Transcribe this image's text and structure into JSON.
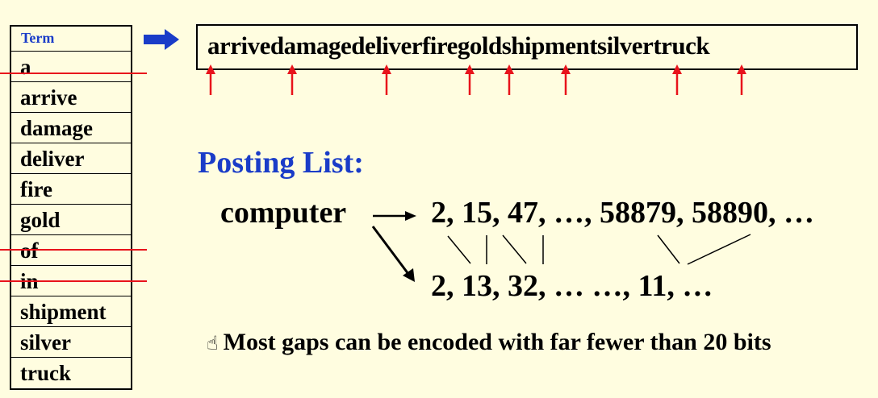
{
  "term_table": {
    "header": "Term",
    "terms": [
      "a",
      "arrive",
      "damage",
      "deliver",
      "fire",
      "gold",
      "of",
      "in",
      "shipment",
      "silver",
      "truck"
    ]
  },
  "dictionary_string": "arrivedamagedeliverfiregoldshipmentsilvertruck",
  "posting": {
    "title": "Posting List:",
    "term": "computer",
    "doc_ids": "2, 15, 47, …, 58879, 58890, …",
    "gaps": "2, 13, 32, … …, 11, …"
  },
  "note": "Most gaps can be encoded with far fewer than 20 bits",
  "colors": {
    "title_blue": "#1a3cc8",
    "strike_red": "#e8131b",
    "background": "#fffde0"
  }
}
